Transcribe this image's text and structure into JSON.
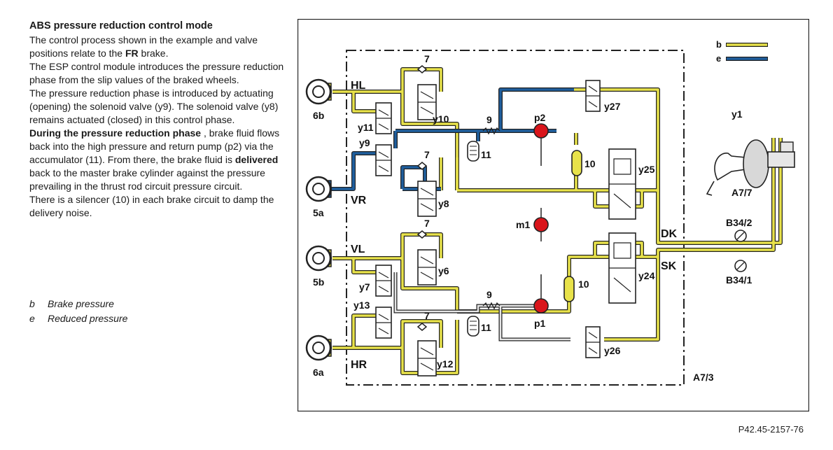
{
  "text": {
    "title": "ABS pressure reduction control mode",
    "p1_a": "The control process shown in the example and valve positions relate to the ",
    "p1_b": "FR",
    "p1_c": " brake.",
    "p2": "The ESP control module introduces the pressure reduction phase from the slip values of the braked wheels.",
    "p3": "The pressure reduction phase is introduced by actuating (opening) the solenoid valve (y9). The solenoid valve (y8) remains actuated (closed) in this control phase.",
    "p4_a": "During the pressure reduction phase",
    "p4_b": " , brake fluid flows back into the high pressure and return pump (p2) via the accumulator (11). From there, the brake fluid is ",
    "p4_c": "delivered",
    "p4_d": " back to the master brake cylinder against the pressure prevailing in the thrust rod circuit pressure circuit.",
    "p5": "There is a silencer (10) in each brake circuit to damp the delivery noise."
  },
  "legend": [
    {
      "key": "b",
      "label": "Brake pressure"
    },
    {
      "key": "e",
      "label": "Reduced pressure"
    }
  ],
  "colors": {
    "brake_pressure": "#e8e24a",
    "reduced_pressure": "#1f5f9e",
    "pump": "#d9151b",
    "outline": "#222222"
  },
  "diagram": {
    "legend_b": "b",
    "legend_e": "e",
    "wheel_6b": "6b",
    "wheel_5a": "5a",
    "wheel_5b": "5b",
    "wheel_6a": "6a",
    "hl": "HL",
    "vr": "VR",
    "vl": "VL",
    "hr": "HR",
    "y11": "y11",
    "y9": "y9",
    "y7": "y7",
    "y13": "y13",
    "y10": "y10",
    "y8": "y8",
    "y6": "y6",
    "y12": "y12",
    "seven_a": "7",
    "seven_b": "7",
    "seven_c": "7",
    "seven_d": "7",
    "nine_a": "9",
    "nine_b": "9",
    "eleven_a": "11",
    "eleven_b": "11",
    "p2": "p2",
    "p1": "p1",
    "m1": "m1",
    "ten_a": "10",
    "ten_b": "10",
    "y27": "y27",
    "y25": "y25",
    "y24": "y24",
    "y26": "y26",
    "y1": "y1",
    "a77": "A7/7",
    "dk": "DK",
    "sk": "SK",
    "b342": "B34/2",
    "b341": "B34/1",
    "a73": "A7/3"
  },
  "footer": "P42.45-2157-76"
}
